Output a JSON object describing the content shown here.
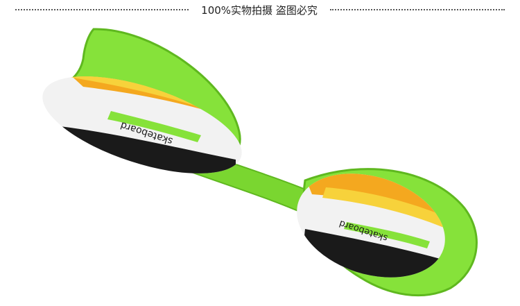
{
  "header": {
    "caption": "100%实物拍摄 盗图必究"
  },
  "board": {
    "deck_text_front": "skateboard",
    "deck_text_rear": "skateboard",
    "colors": {
      "frame": "#86e23a",
      "frame_dark": "#5fb81f",
      "orange": "#f4a81f",
      "yellow": "#f7d23b",
      "black": "#1a1a1a",
      "white": "#f2f2f2"
    }
  }
}
